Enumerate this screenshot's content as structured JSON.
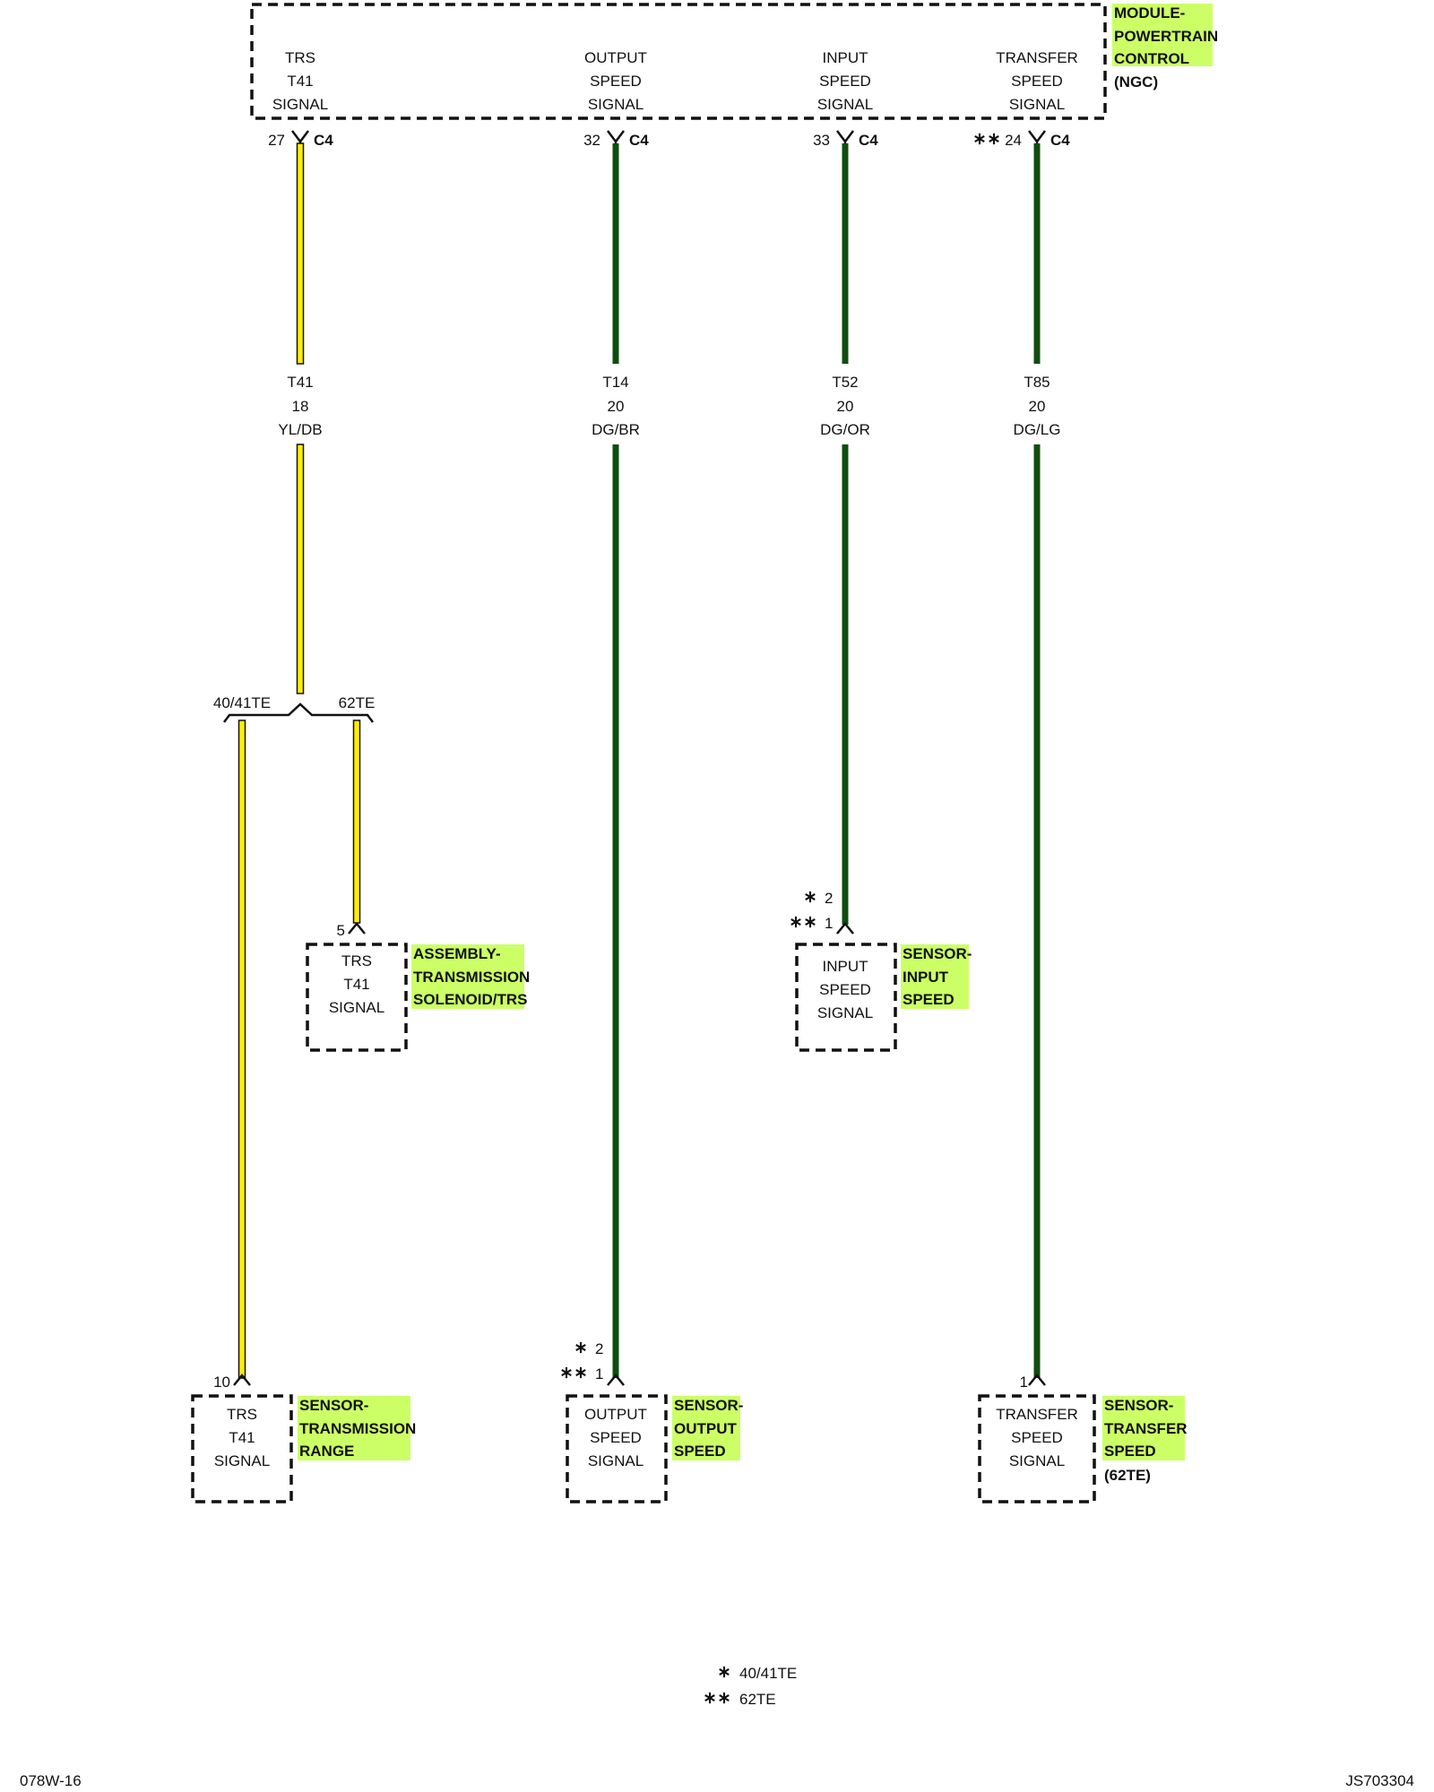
{
  "colors": {
    "highlight": "#ccff66",
    "wire_yellow": "#ffee00",
    "wire_green": "#0f4d0f",
    "outline": "#111111"
  },
  "pcm": {
    "name_lines": [
      "MODULE-",
      "POWERTRAIN",
      "CONTROL"
    ],
    "variant": "(NGC)",
    "pins": [
      {
        "label": [
          "TRS",
          "T41",
          "SIGNAL"
        ],
        "pin": "27",
        "connector": "C4",
        "prefix": ""
      },
      {
        "label": [
          "OUTPUT",
          "SPEED",
          "SIGNAL"
        ],
        "pin": "32",
        "connector": "C4",
        "prefix": ""
      },
      {
        "label": [
          "INPUT",
          "SPEED",
          "SIGNAL"
        ],
        "pin": "33",
        "connector": "C4",
        "prefix": ""
      },
      {
        "label": [
          "TRANSFER",
          "SPEED",
          "SIGNAL"
        ],
        "pin": "24",
        "connector": "C4",
        "prefix": "**"
      }
    ]
  },
  "wires": [
    {
      "circuit": "T41",
      "gauge": "18",
      "color": "YL/DB"
    },
    {
      "circuit": "T14",
      "gauge": "20",
      "color": "DG/BR"
    },
    {
      "circuit": "T52",
      "gauge": "20",
      "color": "DG/OR"
    },
    {
      "circuit": "T85",
      "gauge": "20",
      "color": "DG/LG"
    }
  ],
  "split": {
    "left": "40/41TE",
    "right": "62TE"
  },
  "components": {
    "trs_solenoid": {
      "pin": "5",
      "label": [
        "TRS",
        "T41",
        "SIGNAL"
      ],
      "name_lines": [
        "ASSEMBLY-",
        "TRANSMISSION",
        "SOLENOID/TRS"
      ]
    },
    "input_sensor": {
      "pins": [
        {
          "mark": "*",
          "pin": "2"
        },
        {
          "mark": "**",
          "pin": "1"
        }
      ],
      "label": [
        "INPUT",
        "SPEED",
        "SIGNAL"
      ],
      "name_lines": [
        "SENSOR-",
        "INPUT",
        "SPEED"
      ]
    },
    "trs_range": {
      "pin": "10",
      "label": [
        "TRS",
        "T41",
        "SIGNAL"
      ],
      "name_lines": [
        "SENSOR-",
        "TRANSMISSION",
        "RANGE"
      ]
    },
    "output_sensor": {
      "pins": [
        {
          "mark": "*",
          "pin": "2"
        },
        {
          "mark": "**",
          "pin": "1"
        }
      ],
      "label": [
        "OUTPUT",
        "SPEED",
        "SIGNAL"
      ],
      "name_lines": [
        "SENSOR-",
        "OUTPUT",
        "SPEED"
      ]
    },
    "transfer_sensor": {
      "pin": "1",
      "label": [
        "TRANSFER",
        "SPEED",
        "SIGNAL"
      ],
      "name_lines": [
        "SENSOR-",
        "TRANSFER",
        "SPEED"
      ],
      "variant": "(62TE)"
    }
  },
  "legend": [
    {
      "mark": "*",
      "text": "40/41TE"
    },
    {
      "mark": "**",
      "text": "62TE"
    }
  ],
  "footer": {
    "left": "078W-16",
    "right": "JS703304"
  }
}
